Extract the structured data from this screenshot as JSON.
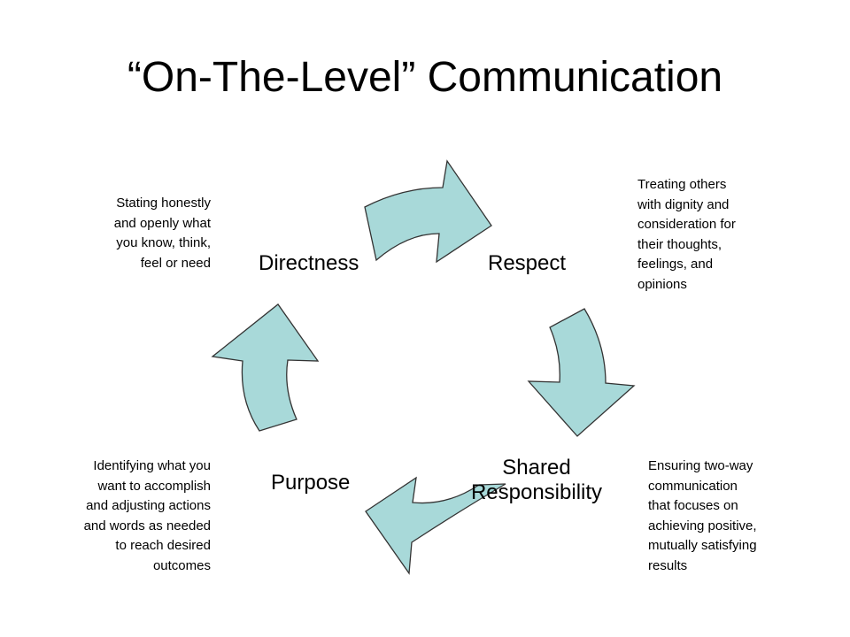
{
  "title": "“On-The-Level” Communication",
  "colors": {
    "arrow_fill": "#a8d9d9",
    "arrow_stroke": "#333333",
    "text": "#000000",
    "background": "#ffffff"
  },
  "nodes": [
    {
      "id": "respect",
      "label": "Respect",
      "description": [
        "Treating others",
        "with dignity and",
        "consideration for",
        "their thoughts,",
        "feelings, and",
        "opinions"
      ]
    },
    {
      "id": "shared-responsibility",
      "label_lines": [
        "Shared",
        "Responsibility"
      ],
      "description": [
        "Ensuring two-way",
        "communication",
        "that focuses on",
        "achieving positive,",
        "mutually satisfying",
        "results"
      ]
    },
    {
      "id": "purpose",
      "label": "Purpose",
      "description": [
        "Identifying what you",
        "want to accomplish",
        "and adjusting actions",
        "and words as needed",
        "to reach desired",
        "outcomes"
      ]
    },
    {
      "id": "directness",
      "label": "Directness",
      "description": [
        "Stating honestly",
        "and openly what",
        "you know, think,",
        "feel or need"
      ]
    }
  ],
  "cycle": {
    "arrow_count": 4,
    "direction": "clockwise",
    "icon": "curved-arrow-icon"
  }
}
